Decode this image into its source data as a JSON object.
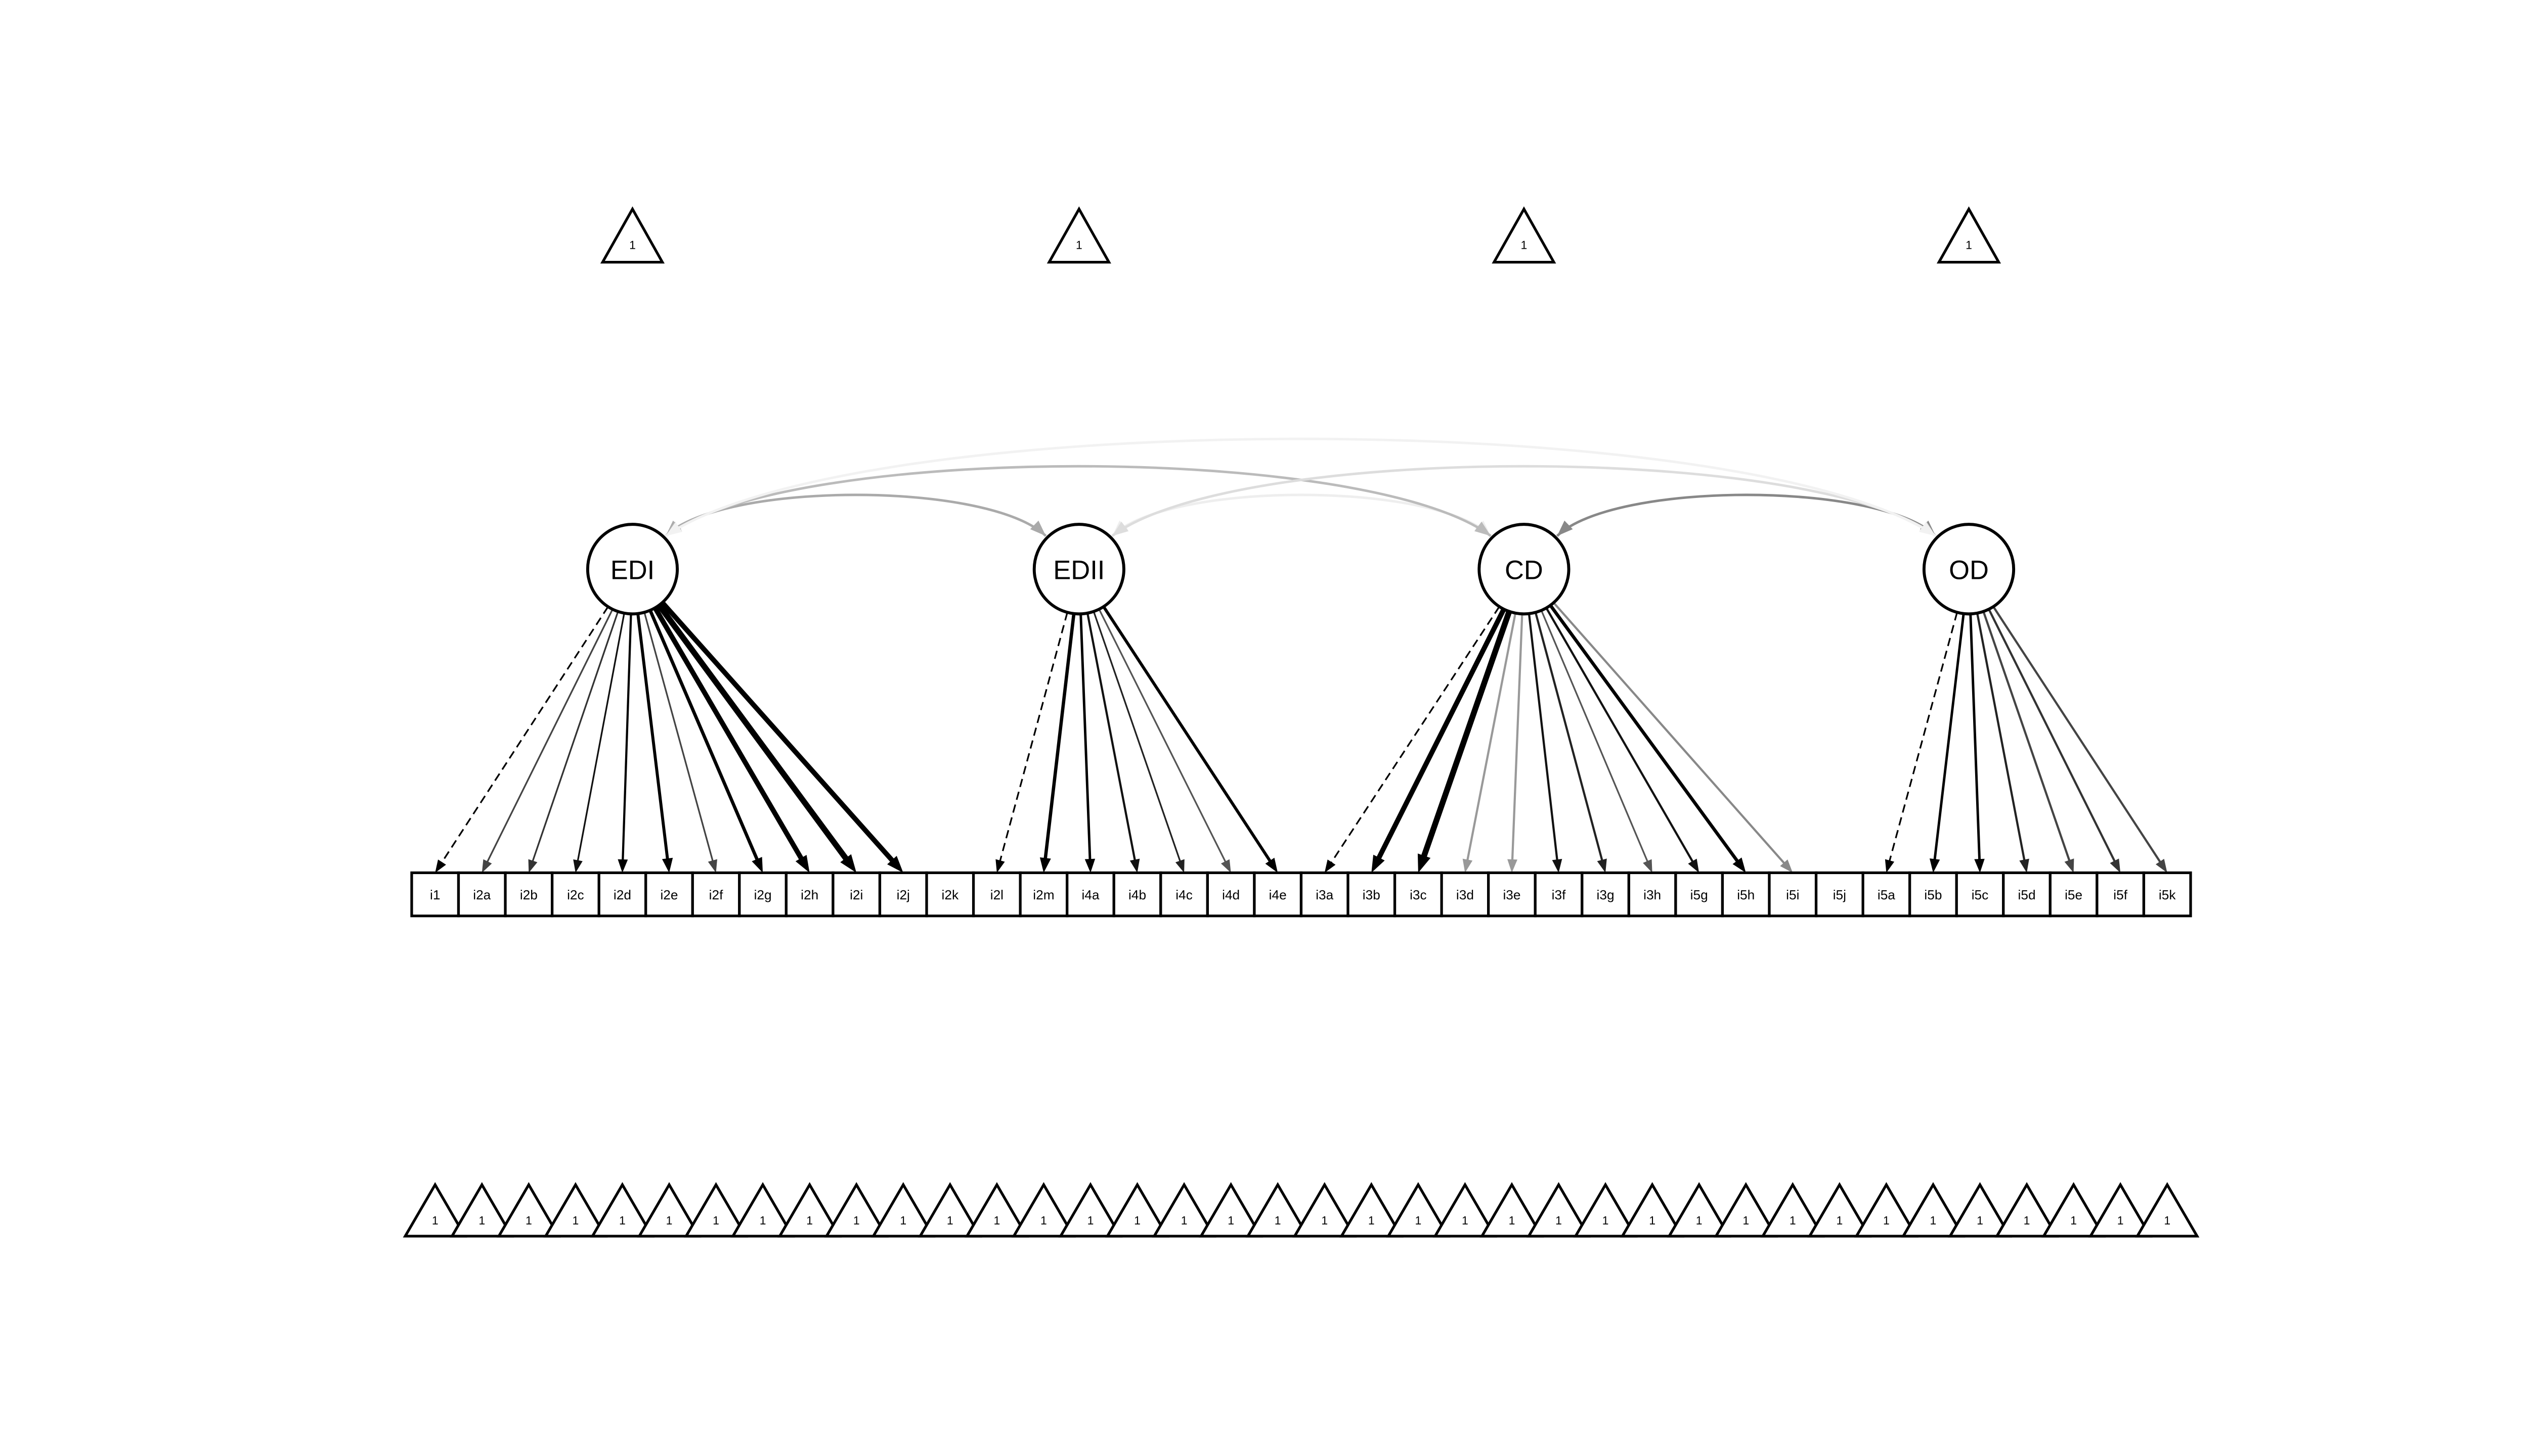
{
  "latents": [
    {
      "id": "EDI",
      "label": "EDI"
    },
    {
      "id": "EDII",
      "label": "EDII"
    },
    {
      "id": "CD",
      "label": "CD"
    },
    {
      "id": "OD",
      "label": "OD"
    }
  ],
  "constant_label": "1",
  "items": [
    "i1",
    "i2a",
    "i2b",
    "i2c",
    "i2d",
    "i2e",
    "i2f",
    "i2g",
    "i2h",
    "i2i",
    "i2j",
    "i2k",
    "i2l",
    "i2m",
    "i4a",
    "i4b",
    "i4c",
    "i4d",
    "i4e",
    "i3a",
    "i3b",
    "i3c",
    "i3d",
    "i3e",
    "i3f",
    "i3g",
    "i3h",
    "i5g",
    "i5h",
    "i5i",
    "i5j",
    "i5a",
    "i5b",
    "i5c",
    "i5d",
    "i5e",
    "i5f",
    "i5k"
  ],
  "loadings": [
    {
      "from": "EDI",
      "to": "i1",
      "dashed": true,
      "color": "#000000",
      "weight": 1
    },
    {
      "from": "EDI",
      "to": "i2a",
      "color": "#444444",
      "weight": 1
    },
    {
      "from": "EDI",
      "to": "i2b",
      "color": "#333333",
      "weight": 1
    },
    {
      "from": "EDI",
      "to": "i2c",
      "color": "#111111",
      "weight": 1
    },
    {
      "from": "EDI",
      "to": "i2d",
      "color": "#000000",
      "weight": 1.3
    },
    {
      "from": "EDI",
      "to": "i2e",
      "color": "#000000",
      "weight": 1.8
    },
    {
      "from": "EDI",
      "to": "i2f",
      "color": "#444444",
      "weight": 1
    },
    {
      "from": "EDI",
      "to": "i2g",
      "color": "#000000",
      "weight": 2
    },
    {
      "from": "EDI",
      "to": "i2h",
      "color": "#000000",
      "weight": 3
    },
    {
      "from": "EDI",
      "to": "i2i",
      "color": "#000000",
      "weight": 3.5
    },
    {
      "from": "EDI",
      "to": "i2j",
      "color": "#000000",
      "weight": 3
    },
    {
      "from": "EDII",
      "to": "i2l",
      "dashed": true,
      "color": "#000000",
      "weight": 1
    },
    {
      "from": "EDII",
      "to": "i2m",
      "color": "#000000",
      "weight": 2
    },
    {
      "from": "EDII",
      "to": "i4a",
      "color": "#000000",
      "weight": 1.5
    },
    {
      "from": "EDII",
      "to": "i4b",
      "color": "#111111",
      "weight": 1.3
    },
    {
      "from": "EDII",
      "to": "i4c",
      "color": "#222222",
      "weight": 1
    },
    {
      "from": "EDII",
      "to": "i4d",
      "color": "#555555",
      "weight": 1
    },
    {
      "from": "EDII",
      "to": "i4e",
      "color": "#000000",
      "weight": 1.8
    },
    {
      "from": "CD",
      "to": "i3a",
      "dashed": true,
      "color": "#000000",
      "weight": 1
    },
    {
      "from": "CD",
      "to": "i3b",
      "color": "#000000",
      "weight": 3
    },
    {
      "from": "CD",
      "to": "i3c",
      "color": "#000000",
      "weight": 3.5
    },
    {
      "from": "CD",
      "to": "i3d",
      "color": "#999999",
      "weight": 1.3
    },
    {
      "from": "CD",
      "to": "i3e",
      "color": "#999999",
      "weight": 1.3
    },
    {
      "from": "CD",
      "to": "i3f",
      "color": "#111111",
      "weight": 1.3
    },
    {
      "from": "CD",
      "to": "i3g",
      "color": "#222222",
      "weight": 1.3
    },
    {
      "from": "CD",
      "to": "i3h",
      "color": "#555555",
      "weight": 1
    },
    {
      "from": "CD",
      "to": "i5g",
      "color": "#111111",
      "weight": 1.3
    },
    {
      "from": "CD",
      "to": "i5h",
      "color": "#000000",
      "weight": 2
    },
    {
      "from": "CD",
      "to": "i5i",
      "color": "#888888",
      "weight": 1.3
    },
    {
      "from": "OD",
      "to": "i5a",
      "dashed": true,
      "color": "#000000",
      "weight": 1
    },
    {
      "from": "OD",
      "to": "i5b",
      "color": "#000000",
      "weight": 1.5
    },
    {
      "from": "OD",
      "to": "i5c",
      "color": "#000000",
      "weight": 1.5
    },
    {
      "from": "OD",
      "to": "i5d",
      "color": "#222222",
      "weight": 1.3
    },
    {
      "from": "OD",
      "to": "i5e",
      "color": "#444444",
      "weight": 1.3
    },
    {
      "from": "OD",
      "to": "i5f",
      "color": "#333333",
      "weight": 1.3
    },
    {
      "from": "OD",
      "to": "i5k",
      "color": "#444444",
      "weight": 1.3
    }
  ],
  "covariances": [
    {
      "a": "EDI",
      "b": "EDII",
      "color": "#aaaaaa",
      "level": 1
    },
    {
      "a": "EDII",
      "b": "CD",
      "color": "#eeeeee",
      "level": 1
    },
    {
      "a": "CD",
      "b": "OD",
      "color": "#888888",
      "level": 1
    },
    {
      "a": "EDI",
      "b": "CD",
      "color": "#bbbbbb",
      "level": 2
    },
    {
      "a": "EDII",
      "b": "OD",
      "color": "#dddddd",
      "level": 2
    },
    {
      "a": "EDI",
      "b": "OD",
      "color": "#f2f2f2",
      "level": 3
    }
  ]
}
